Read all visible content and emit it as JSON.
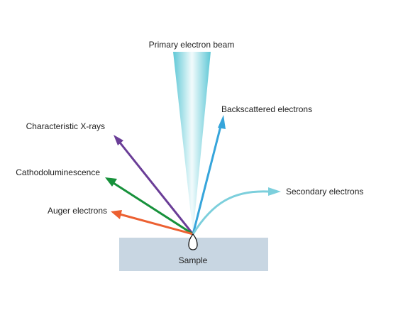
{
  "diagram": {
    "beam": {
      "label": "Primary electron beam"
    },
    "sample": {
      "label": "Sample",
      "color": "#c8d6e2"
    },
    "emissions": [
      {
        "label": "Backscattered electrons",
        "color": "#36a5db"
      },
      {
        "label": "Characteristic X-rays",
        "color": "#6a3d97"
      },
      {
        "label": "Cathodoluminescence",
        "color": "#17913b"
      },
      {
        "label": "Auger electrons",
        "color": "#ec6031"
      },
      {
        "label": "Secondary electrons",
        "color": "#7ccfdc"
      }
    ]
  }
}
